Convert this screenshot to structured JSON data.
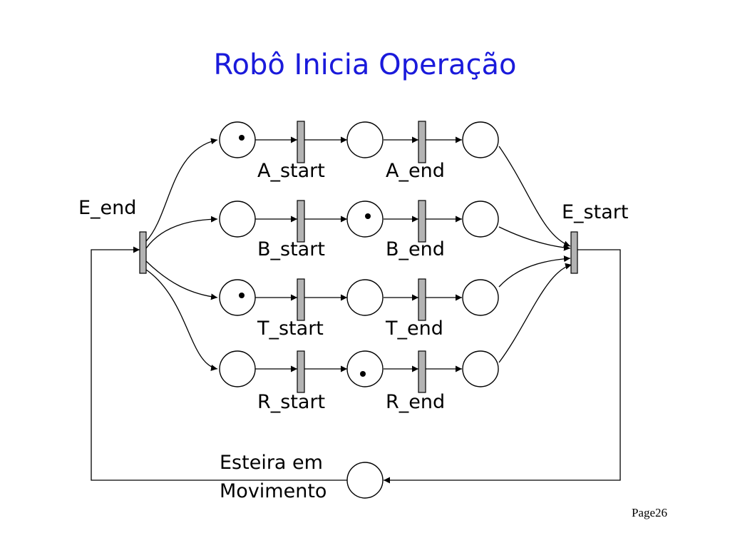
{
  "title": "Robô Inicia Operação",
  "labels": {
    "e_end": "E_end",
    "e_start": "E_start",
    "a_start": "A_start",
    "a_end": "A_end",
    "b_start": "B_start",
    "b_end": "B_end",
    "t_start": "T_start",
    "t_end": "T_end",
    "r_start": "R_start",
    "r_end": "R_end",
    "esteira_line1": "Esteira em",
    "esteira_line2": "Movimento"
  },
  "footer": {
    "page": "Page26"
  }
}
